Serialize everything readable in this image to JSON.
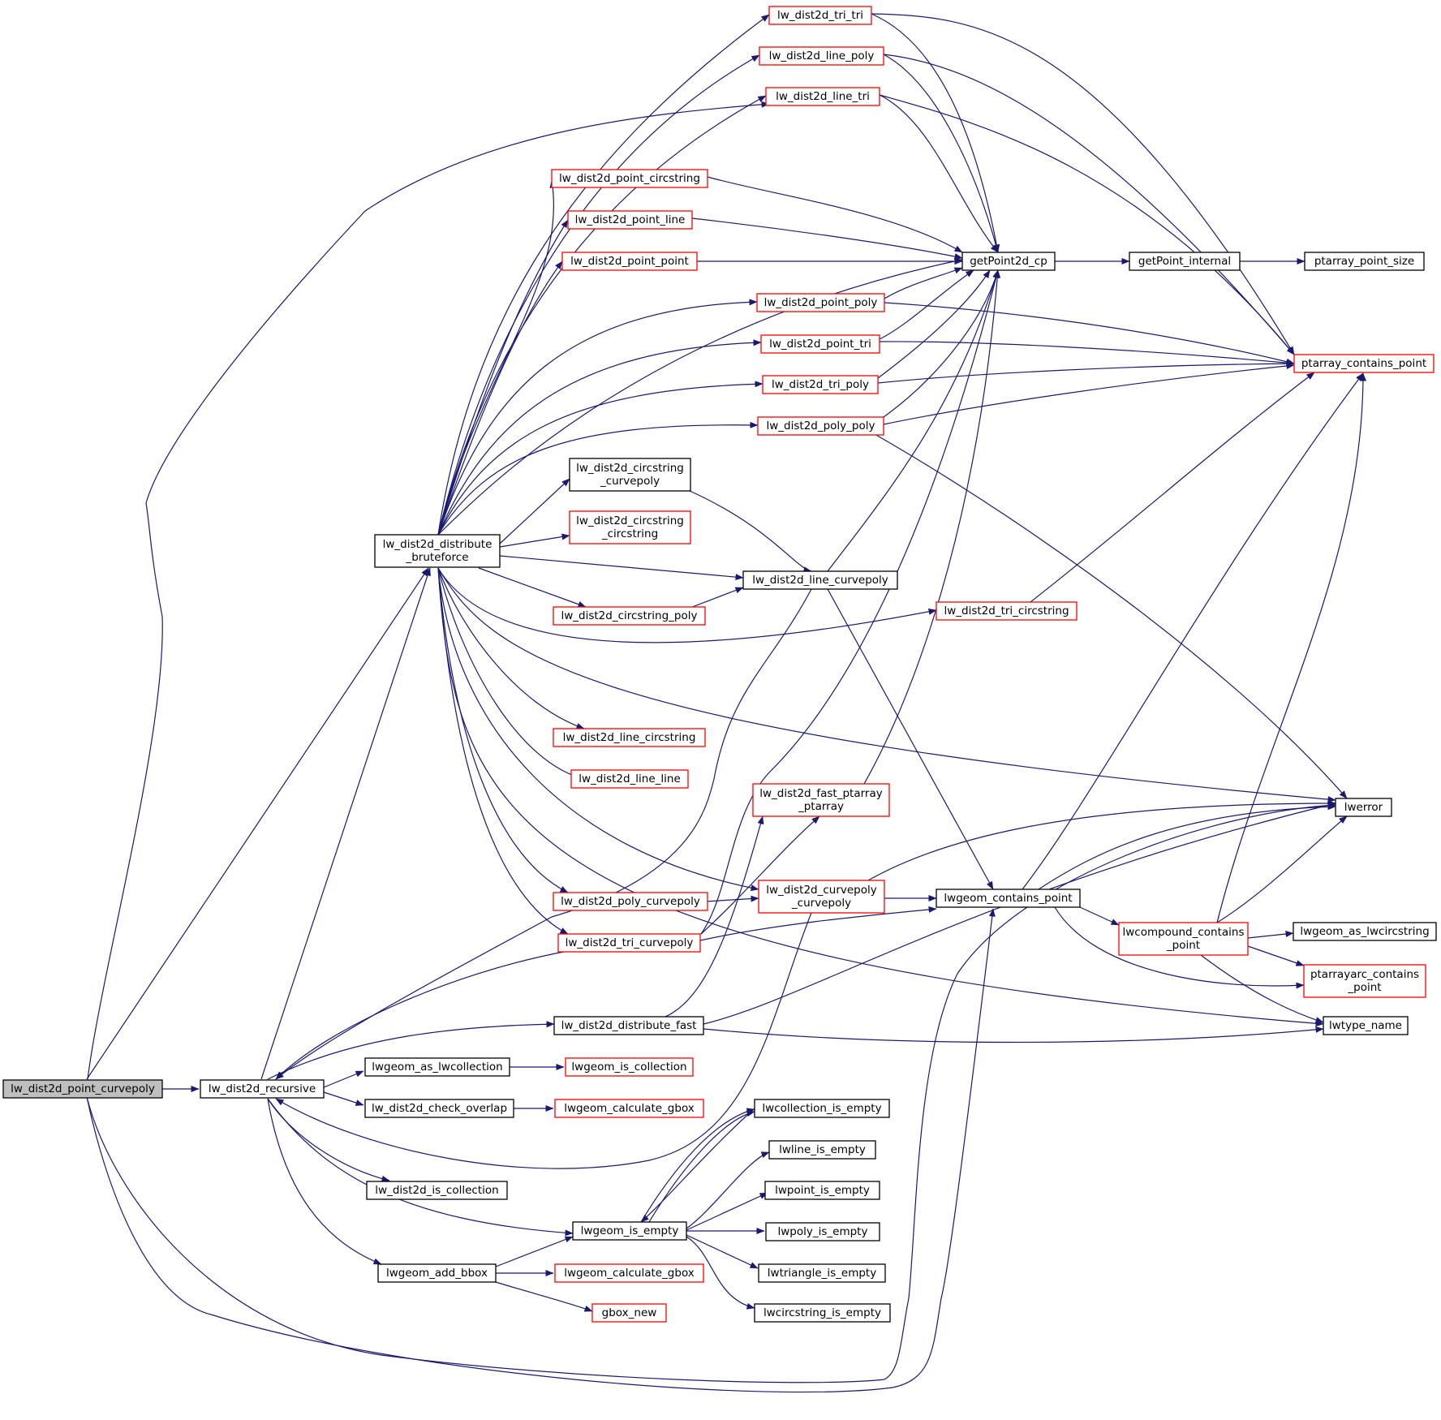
{
  "colors": {
    "edge": "#191970",
    "node_border_black": "#000000",
    "node_border_red": "#ff0000",
    "root_fill": "#bfbfbf",
    "node_fill": "#ffffff"
  },
  "nodes": [
    {
      "id": "n_root",
      "lines": [
        "lw_dist2d_point_curvepoly"
      ],
      "style": "root"
    },
    {
      "id": "n_recursive",
      "lines": [
        "lw_dist2d_recursive"
      ],
      "style": "black"
    },
    {
      "id": "n_bruteforce",
      "lines": [
        "lw_dist2d_distribute",
        "_bruteforce"
      ],
      "style": "black"
    },
    {
      "id": "n_tri_tri",
      "lines": [
        "lw_dist2d_tri_tri"
      ],
      "style": "red"
    },
    {
      "id": "n_line_poly",
      "lines": [
        "lw_dist2d_line_poly"
      ],
      "style": "red"
    },
    {
      "id": "n_line_tri",
      "lines": [
        "lw_dist2d_line_tri"
      ],
      "style": "red"
    },
    {
      "id": "n_point_circstring",
      "lines": [
        "lw_dist2d_point_circstring"
      ],
      "style": "red"
    },
    {
      "id": "n_point_line",
      "lines": [
        "lw_dist2d_point_line"
      ],
      "style": "red"
    },
    {
      "id": "n_point_point",
      "lines": [
        "lw_dist2d_point_point"
      ],
      "style": "red"
    },
    {
      "id": "n_getpoint2d",
      "lines": [
        "getPoint2d_cp"
      ],
      "style": "black"
    },
    {
      "id": "n_getpoint_internal",
      "lines": [
        "getPoint_internal"
      ],
      "style": "black"
    },
    {
      "id": "n_ptarray_point_size",
      "lines": [
        "ptarray_point_size"
      ],
      "style": "black"
    },
    {
      "id": "n_point_poly",
      "lines": [
        "lw_dist2d_point_poly"
      ],
      "style": "red"
    },
    {
      "id": "n_point_tri",
      "lines": [
        "lw_dist2d_point_tri"
      ],
      "style": "red"
    },
    {
      "id": "n_tri_poly",
      "lines": [
        "lw_dist2d_tri_poly"
      ],
      "style": "red"
    },
    {
      "id": "n_poly_poly",
      "lines": [
        "lw_dist2d_poly_poly"
      ],
      "style": "red"
    },
    {
      "id": "n_ptarray_contains",
      "lines": [
        "ptarray_contains_point"
      ],
      "style": "red"
    },
    {
      "id": "n_circstring_curvepoly",
      "lines": [
        "lw_dist2d_circstring",
        "_curvepoly"
      ],
      "style": "black"
    },
    {
      "id": "n_circstring_circstring",
      "lines": [
        "lw_dist2d_circstring",
        "_circstring"
      ],
      "style": "red"
    },
    {
      "id": "n_line_curvepoly",
      "lines": [
        "lw_dist2d_line_curvepoly"
      ],
      "style": "black"
    },
    {
      "id": "n_circstring_poly",
      "lines": [
        "lw_dist2d_circstring_poly"
      ],
      "style": "red"
    },
    {
      "id": "n_tri_circstring",
      "lines": [
        "lw_dist2d_tri_circstring"
      ],
      "style": "red"
    },
    {
      "id": "n_line_circstring",
      "lines": [
        "lw_dist2d_line_circstring"
      ],
      "style": "red"
    },
    {
      "id": "n_line_line",
      "lines": [
        "lw_dist2d_line_line"
      ],
      "style": "red"
    },
    {
      "id": "n_fast_ptarray",
      "lines": [
        "lw_dist2d_fast_ptarray",
        "_ptarray"
      ],
      "style": "red"
    },
    {
      "id": "n_lwerror",
      "lines": [
        "lwerror"
      ],
      "style": "black"
    },
    {
      "id": "n_curvepoly_curvepoly",
      "lines": [
        "lw_dist2d_curvepoly",
        "_curvepoly"
      ],
      "style": "red"
    },
    {
      "id": "n_poly_curvepoly",
      "lines": [
        "lw_dist2d_poly_curvepoly"
      ],
      "style": "red"
    },
    {
      "id": "n_lwgeom_contains",
      "lines": [
        "lwgeom_contains_point"
      ],
      "style": "black"
    },
    {
      "id": "n_tri_curvepoly",
      "lines": [
        "lw_dist2d_tri_curvepoly"
      ],
      "style": "red"
    },
    {
      "id": "n_lwcompound_contains",
      "lines": [
        "lwcompound_contains",
        "_point"
      ],
      "style": "red"
    },
    {
      "id": "n_lwgeom_as_lwcircstring",
      "lines": [
        "lwgeom_as_lwcircstring"
      ],
      "style": "black"
    },
    {
      "id": "n_ptarrayarc_contains",
      "lines": [
        "ptarrayarc_contains",
        "_point"
      ],
      "style": "red"
    },
    {
      "id": "n_distribute_fast",
      "lines": [
        "lw_dist2d_distribute_fast"
      ],
      "style": "black"
    },
    {
      "id": "n_lwtype_name",
      "lines": [
        "lwtype_name"
      ],
      "style": "black"
    },
    {
      "id": "n_as_lwcollection",
      "lines": [
        "lwgeom_as_lwcollection"
      ],
      "style": "black"
    },
    {
      "id": "n_is_collection_red",
      "lines": [
        "lwgeom_is_collection"
      ],
      "style": "red"
    },
    {
      "id": "n_check_overlap",
      "lines": [
        "lw_dist2d_check_overlap"
      ],
      "style": "black"
    },
    {
      "id": "n_calc_gbox_1",
      "lines": [
        "lwgeom_calculate_gbox"
      ],
      "style": "red"
    },
    {
      "id": "n_lwcollection_empty",
      "lines": [
        "lwcollection_is_empty"
      ],
      "style": "black"
    },
    {
      "id": "n_lwline_empty",
      "lines": [
        "lwline_is_empty"
      ],
      "style": "black"
    },
    {
      "id": "n_dist2d_is_collection",
      "lines": [
        "lw_dist2d_is_collection"
      ],
      "style": "black"
    },
    {
      "id": "n_lwpoint_empty",
      "lines": [
        "lwpoint_is_empty"
      ],
      "style": "black"
    },
    {
      "id": "n_lwgeom_is_empty",
      "lines": [
        "lwgeom_is_empty"
      ],
      "style": "black"
    },
    {
      "id": "n_lwpoly_empty",
      "lines": [
        "lwpoly_is_empty"
      ],
      "style": "black"
    },
    {
      "id": "n_add_bbox",
      "lines": [
        "lwgeom_add_bbox"
      ],
      "style": "black"
    },
    {
      "id": "n_calc_gbox_2",
      "lines": [
        "lwgeom_calculate_gbox"
      ],
      "style": "red"
    },
    {
      "id": "n_lwtriangle_empty",
      "lines": [
        "lwtriangle_is_empty"
      ],
      "style": "black"
    },
    {
      "id": "n_gbox_new",
      "lines": [
        "gbox_new"
      ],
      "style": "red"
    },
    {
      "id": "n_lwcircstring_empty",
      "lines": [
        "lwcircstring_is_empty"
      ],
      "style": "black"
    }
  ]
}
